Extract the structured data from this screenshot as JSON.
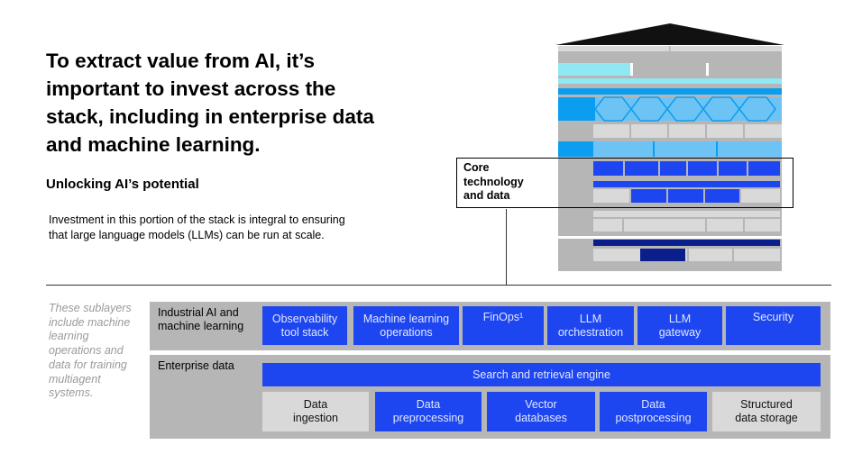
{
  "headline": "To extract value from AI, it’s important to invest across the stack, including in enterprise data and machine learning.",
  "subhead": "Unlocking AI’s potential",
  "body": "Investment in this portion of the stack is integral to ensuring that large language models (LLMs) can be run at scale.",
  "callout": "Core technology and data",
  "sidenote": "These sublayers include machine learning operations and data for training multiagent systems.",
  "industrial": {
    "label": "Industrial AI and machine learning",
    "items": [
      {
        "line1": "Observability",
        "line2": "tool stack"
      },
      {
        "line1": "Machine learning",
        "line2": "operations"
      },
      {
        "line1": "FinOps¹",
        "line2": ""
      },
      {
        "line1": "LLM",
        "line2": "orchestration"
      },
      {
        "line1": "LLM",
        "line2": "gateway"
      },
      {
        "line1": "Security",
        "line2": ""
      }
    ]
  },
  "enterprise": {
    "label": "Enterprise data",
    "engine": "Search and retrieval engine",
    "items": [
      {
        "line1": "Data",
        "line2": "ingestion"
      },
      {
        "line1": "Data",
        "line2": "preprocessing"
      },
      {
        "line1": "Vector",
        "line2": "databases"
      },
      {
        "line1": "Data",
        "line2": "postprocessing"
      },
      {
        "line1": "Structured",
        "line2": "data storage"
      }
    ]
  },
  "colors": {
    "blue": "#1e46f0",
    "cyan": "#8fe8f2",
    "sky": "#0b9df0",
    "navy": "#0a1e8c",
    "grey": "#b6b6b6",
    "light_grey": "#d9d9d9"
  }
}
